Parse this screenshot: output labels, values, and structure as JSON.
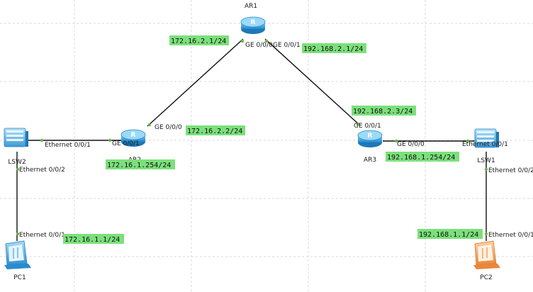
{
  "colors": {
    "label_bg": "#7be07b",
    "router_body": "#3aa6e6",
    "switch_body": "#5ab6ea",
    "pc_blue": "#3fa7e8",
    "pc_orange": "#f29a52",
    "port_dot": "#6db33f",
    "grid": "#d9d9d9"
  },
  "devices": {
    "ar1": {
      "name": "AR1",
      "icon": "router-icon"
    },
    "ar2": {
      "name": "AR2",
      "icon": "router-icon"
    },
    "ar3": {
      "name": "AR3",
      "icon": "router-icon"
    },
    "lsw1": {
      "name": "LSW1",
      "icon": "switch-icon"
    },
    "lsw2": {
      "name": "LSW2",
      "icon": "switch-icon"
    },
    "pc1": {
      "name": "PC1",
      "icon": "pc-icon"
    },
    "pc2": {
      "name": "PC2",
      "icon": "pc-icon"
    }
  },
  "ports": {
    "ar1_ge000": "GE 0/0/0",
    "ar1_ge001": "GE 0/0/1",
    "ar2_ge000": "GE 0/0/0",
    "ar2_ge001": "GE 0/0/1",
    "ar3_ge001": "GE 0/0/1",
    "ar3_ge000": "GE 0/0/0",
    "lsw2_eth001": "Ethernet 0/0/1",
    "lsw2_eth002": "Ethernet 0/0/2",
    "lsw1_eth001": "Ethernet 0/0/1",
    "lsw1_eth002": "Ethernet 0/0/2",
    "pc1_eth001": "Ethernet 0/0/1",
    "pc2_eth001": "Ethernet 0/0/1"
  },
  "ip_labels": {
    "ar1_ge000": "172.16.2.1/24",
    "ar1_ge001": "192.168.2.1/24",
    "ar2_ge000": "172.16.2.2/24",
    "ar3_ge001": "192.168.2.3/24",
    "ar2_ge001": "172.16.1.254/24",
    "ar3_ge000": "192.168.1.254/24",
    "pc1": "172.16.1.1/24",
    "pc2": "192.168.1.1/24"
  }
}
